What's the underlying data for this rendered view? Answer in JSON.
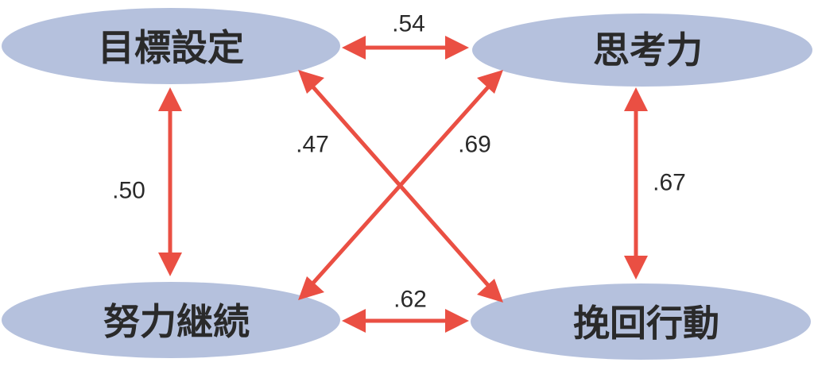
{
  "nodes": {
    "goal_setting": {
      "label": "目標設定"
    },
    "thinking": {
      "label": "思考力"
    },
    "persistence": {
      "label": "努力継続"
    },
    "recovery": {
      "label": "挽回行動"
    }
  },
  "edges": {
    "goal_thinking": {
      "label": ".54"
    },
    "goal_persistence": {
      "label": ".50"
    },
    "goal_recovery": {
      "label": ".47"
    },
    "thinking_persistence": {
      "label": ".69"
    },
    "thinking_recovery": {
      "label": ".67"
    },
    "persistence_recovery": {
      "label": ".62"
    }
  },
  "colors": {
    "node_fill": "#b5c1dd",
    "arrow": "#ea4f43",
    "text": "#2a2a2a"
  }
}
